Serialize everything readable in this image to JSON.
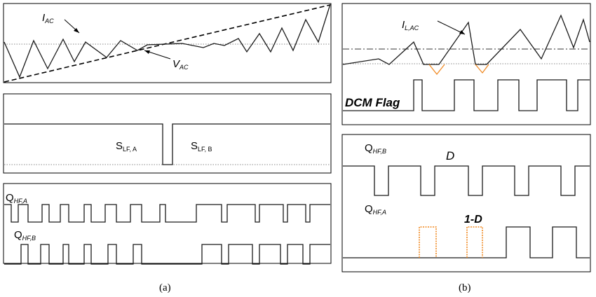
{
  "panel_a": {
    "caption": "(a)",
    "current_label": {
      "main": "I",
      "sub": "AC"
    },
    "voltage_label": {
      "main": "V",
      "sub": "AC"
    },
    "switch_a_label": {
      "main": "S",
      "sub": "LF, A"
    },
    "switch_b_label": {
      "main": "S",
      "sub": "LF, B"
    },
    "gate_a_label": {
      "main": "Q",
      "sub": "HF,A"
    },
    "gate_b_label": {
      "main": "Q",
      "sub": "HF,B"
    }
  },
  "panel_b": {
    "caption": "(b)",
    "current_label": {
      "main": "I",
      "sub": "L,AC"
    },
    "dcm_flag_label": "DCM Flag",
    "gate_b_label": {
      "main": "Q",
      "sub": "HF,B"
    },
    "gate_a_label": {
      "main": "Q",
      "sub": "HF,A"
    },
    "duty_label": "D",
    "complement_duty_label": "1-D"
  },
  "colors": {
    "waveform": "#1a1a1a",
    "highlight": "#f08a24",
    "reference": "#888888"
  }
}
